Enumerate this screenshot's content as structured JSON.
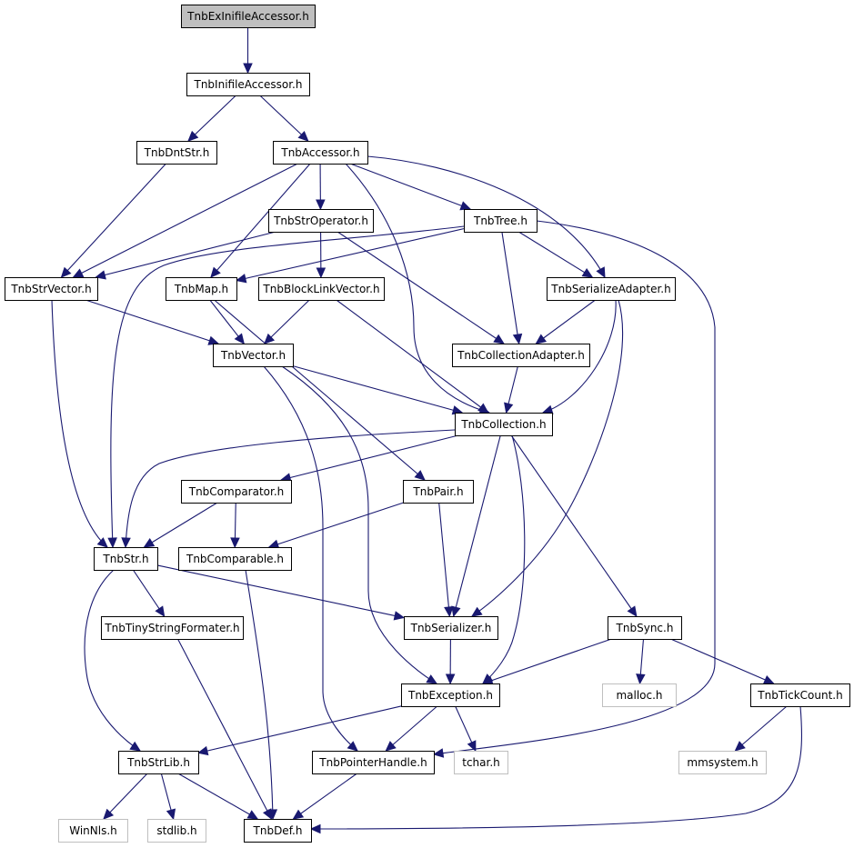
{
  "graph": {
    "colors": {
      "edge": "#191970",
      "root_fill": "#bfbfbf",
      "node_fill": "#ffffff",
      "node_border": "#000000",
      "external_border": "#bfbfbf",
      "external_text": "#000000"
    },
    "nodes": [
      {
        "id": "exinifile",
        "label": "TnbExInifileAccessor.h",
        "kind": "root"
      },
      {
        "id": "inifile",
        "label": "TnbInifileAccessor.h",
        "kind": "file"
      },
      {
        "id": "dntstr",
        "label": "TnbDntStr.h",
        "kind": "file"
      },
      {
        "id": "accessor",
        "label": "TnbAccessor.h",
        "kind": "file"
      },
      {
        "id": "stroperator",
        "label": "TnbStrOperator.h",
        "kind": "file"
      },
      {
        "id": "tree",
        "label": "TnbTree.h",
        "kind": "file"
      },
      {
        "id": "strvector",
        "label": "TnbStrVector.h",
        "kind": "file"
      },
      {
        "id": "map",
        "label": "TnbMap.h",
        "kind": "file"
      },
      {
        "id": "blocklink",
        "label": "TnbBlockLinkVector.h",
        "kind": "file"
      },
      {
        "id": "serialadapter",
        "label": "TnbSerializeAdapter.h",
        "kind": "file"
      },
      {
        "id": "vector",
        "label": "TnbVector.h",
        "kind": "file"
      },
      {
        "id": "colladapter",
        "label": "TnbCollectionAdapter.h",
        "kind": "file"
      },
      {
        "id": "collection",
        "label": "TnbCollection.h",
        "kind": "file"
      },
      {
        "id": "comparator",
        "label": "TnbComparator.h",
        "kind": "file"
      },
      {
        "id": "pair",
        "label": "TnbPair.h",
        "kind": "file"
      },
      {
        "id": "str",
        "label": "TnbStr.h",
        "kind": "file"
      },
      {
        "id": "comparable",
        "label": "TnbComparable.h",
        "kind": "file"
      },
      {
        "id": "tinyfmt",
        "label": "TnbTinyStringFormater.h",
        "kind": "file"
      },
      {
        "id": "serializer",
        "label": "TnbSerializer.h",
        "kind": "file"
      },
      {
        "id": "sync",
        "label": "TnbSync.h",
        "kind": "file"
      },
      {
        "id": "exception",
        "label": "TnbException.h",
        "kind": "file"
      },
      {
        "id": "malloc",
        "label": "malloc.h",
        "kind": "external"
      },
      {
        "id": "tickcount",
        "label": "TnbTickCount.h",
        "kind": "file"
      },
      {
        "id": "strlib",
        "label": "TnbStrLib.h",
        "kind": "file"
      },
      {
        "id": "pointer",
        "label": "TnbPointerHandle.h",
        "kind": "file"
      },
      {
        "id": "tchar",
        "label": "tchar.h",
        "kind": "external"
      },
      {
        "id": "mmsystem",
        "label": "mmsystem.h",
        "kind": "external"
      },
      {
        "id": "winnls",
        "label": "WinNls.h",
        "kind": "external"
      },
      {
        "id": "stdlib",
        "label": "stdlib.h",
        "kind": "external"
      },
      {
        "id": "def",
        "label": "TnbDef.h",
        "kind": "file"
      }
    ],
    "edges": [
      {
        "from": "exinifile",
        "to": "inifile"
      },
      {
        "from": "inifile",
        "to": "dntstr"
      },
      {
        "from": "inifile",
        "to": "accessor"
      },
      {
        "from": "dntstr",
        "to": "strvector"
      },
      {
        "from": "accessor",
        "to": "strvector"
      },
      {
        "from": "accessor",
        "to": "stroperator"
      },
      {
        "from": "accessor",
        "to": "tree"
      },
      {
        "from": "accessor",
        "to": "map"
      },
      {
        "from": "accessor",
        "to": "serialadapter"
      },
      {
        "from": "accessor",
        "to": "collection"
      },
      {
        "from": "stroperator",
        "to": "strvector"
      },
      {
        "from": "stroperator",
        "to": "blocklink"
      },
      {
        "from": "stroperator",
        "to": "colladapter"
      },
      {
        "from": "tree",
        "to": "map"
      },
      {
        "from": "tree",
        "to": "str"
      },
      {
        "from": "tree",
        "to": "serialadapter"
      },
      {
        "from": "tree",
        "to": "colladapter"
      },
      {
        "from": "tree",
        "to": "pointer"
      },
      {
        "from": "strvector",
        "to": "vector"
      },
      {
        "from": "strvector",
        "to": "str"
      },
      {
        "from": "map",
        "to": "vector"
      },
      {
        "from": "map",
        "to": "pair"
      },
      {
        "from": "blocklink",
        "to": "vector"
      },
      {
        "from": "blocklink",
        "to": "collection"
      },
      {
        "from": "serialadapter",
        "to": "colladapter"
      },
      {
        "from": "serialadapter",
        "to": "collection"
      },
      {
        "from": "serialadapter",
        "to": "serializer"
      },
      {
        "from": "vector",
        "to": "collection"
      },
      {
        "from": "vector",
        "to": "exception"
      },
      {
        "from": "vector",
        "to": "pointer"
      },
      {
        "from": "colladapter",
        "to": "collection"
      },
      {
        "from": "collection",
        "to": "comparator"
      },
      {
        "from": "collection",
        "to": "str"
      },
      {
        "from": "collection",
        "to": "serializer"
      },
      {
        "from": "collection",
        "to": "sync"
      },
      {
        "from": "collection",
        "to": "exception"
      },
      {
        "from": "comparator",
        "to": "str"
      },
      {
        "from": "comparator",
        "to": "comparable"
      },
      {
        "from": "pair",
        "to": "comparable"
      },
      {
        "from": "pair",
        "to": "serializer"
      },
      {
        "from": "str",
        "to": "tinyfmt"
      },
      {
        "from": "str",
        "to": "serializer"
      },
      {
        "from": "str",
        "to": "strlib"
      },
      {
        "from": "comparable",
        "to": "def"
      },
      {
        "from": "tinyfmt",
        "to": "def"
      },
      {
        "from": "serializer",
        "to": "exception"
      },
      {
        "from": "sync",
        "to": "exception"
      },
      {
        "from": "sync",
        "to": "malloc"
      },
      {
        "from": "sync",
        "to": "tickcount"
      },
      {
        "from": "exception",
        "to": "strlib"
      },
      {
        "from": "exception",
        "to": "pointer"
      },
      {
        "from": "exception",
        "to": "tchar"
      },
      {
        "from": "tickcount",
        "to": "mmsystem"
      },
      {
        "from": "tickcount",
        "to": "def"
      },
      {
        "from": "strlib",
        "to": "winnls"
      },
      {
        "from": "strlib",
        "to": "stdlib"
      },
      {
        "from": "strlib",
        "to": "def"
      },
      {
        "from": "pointer",
        "to": "def"
      }
    ]
  }
}
